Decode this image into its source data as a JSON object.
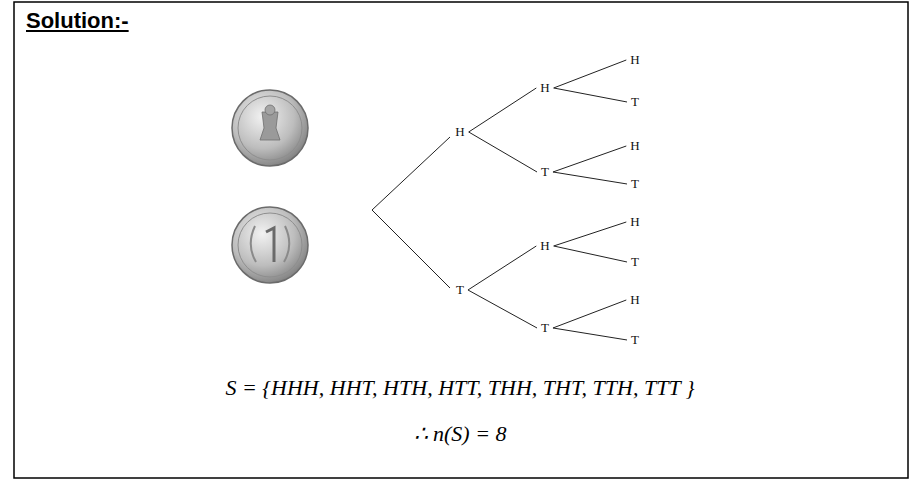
{
  "diagram": {
    "title": "Solution:-",
    "nodes": [
      {
        "text": [
          "H"
        ]
      },
      {
        "text": [
          "H"
        ]
      },
      {
        "text": [
          "H"
        ]
      },
      {
        "text": [
          "T"
        ]
      },
      {
        "text": [
          "T"
        ]
      },
      {
        "text": [
          "H"
        ]
      },
      {
        "text": [
          "T"
        ]
      },
      {
        "text": [
          "T"
        ]
      },
      {
        "text": [
          "H"
        ]
      },
      {
        "text": [
          "H"
        ]
      },
      {
        "text": [
          "T"
        ]
      },
      {
        "text": [
          "T"
        ]
      },
      {
        "text": [
          "H"
        ]
      },
      {
        "text": [
          "T"
        ]
      }
    ],
    "edges": [
      {
        "from": 0,
        "to": 1,
        "arrow": "none"
      },
      {
        "from": 1,
        "to": 2,
        "arrow": "none"
      },
      {
        "from": 1,
        "to": 3,
        "arrow": "none"
      },
      {
        "from": 0,
        "to": 4,
        "arrow": "none"
      },
      {
        "from": 4,
        "to": 5,
        "arrow": "none"
      },
      {
        "from": 4,
        "to": 6,
        "arrow": "none"
      },
      {
        "from": 7,
        "to": 8,
        "arrow": "none"
      },
      {
        "from": 8,
        "to": 9,
        "arrow": "none"
      },
      {
        "from": 8,
        "to": 10,
        "arrow": "none"
      },
      {
        "from": 7,
        "to": 11,
        "arrow": "none"
      },
      {
        "from": 11,
        "to": 12,
        "arrow": "none"
      },
      {
        "from": 11,
        "to": 13,
        "arrow": "none"
      }
    ],
    "labels": [
      "S = {HHH, HHT, HTH, HTT, THH, THT, TTH, TTT }",
      "∴ n(S) = 8"
    ]
  }
}
